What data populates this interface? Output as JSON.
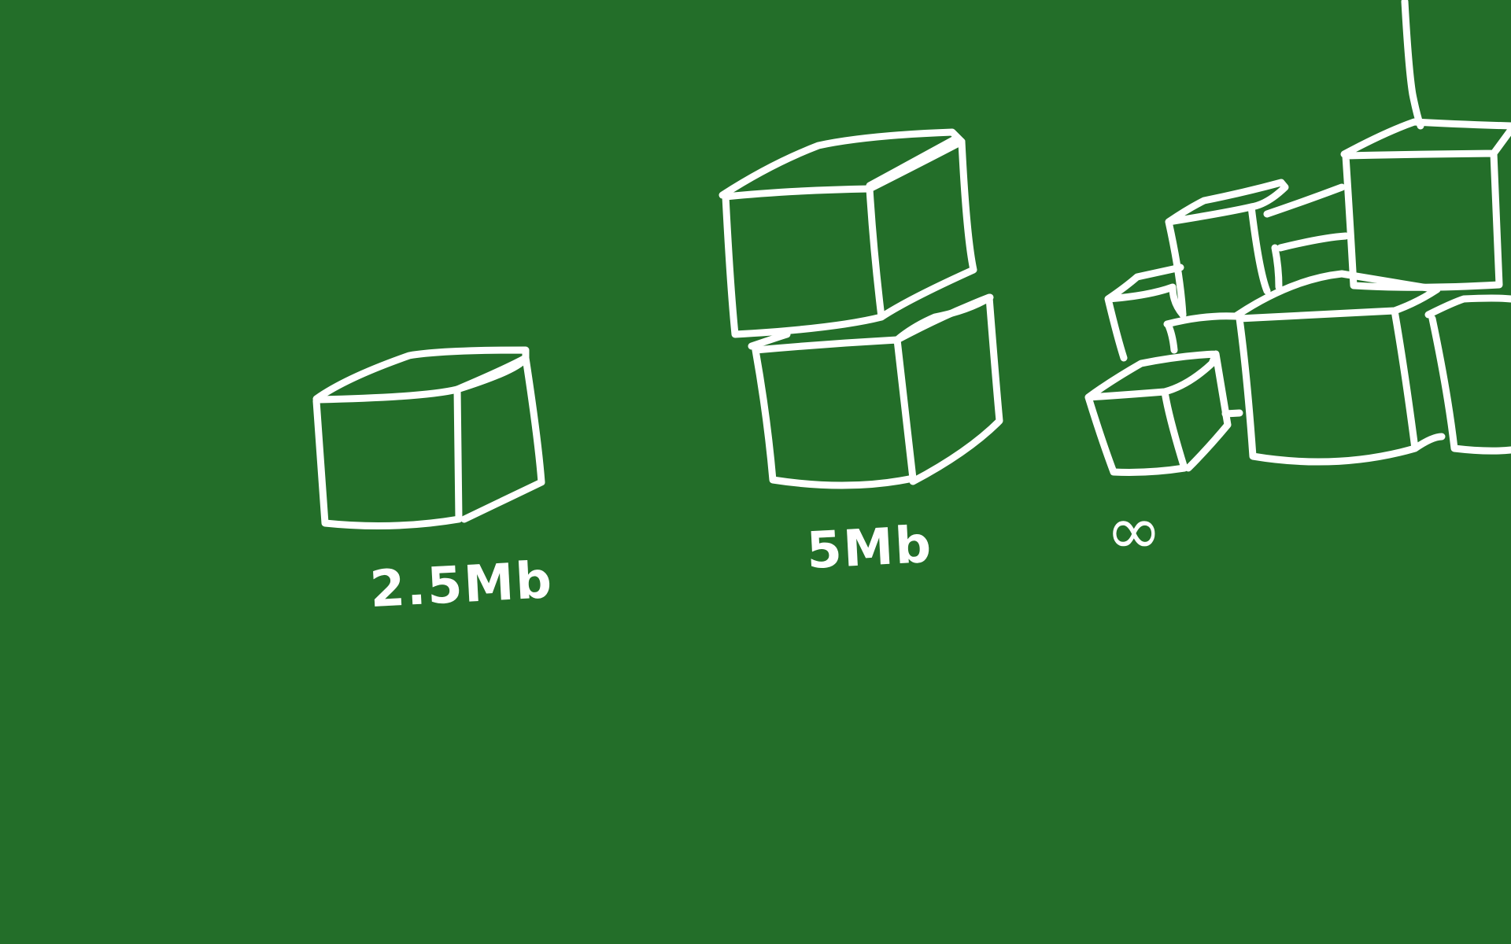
{
  "slide": {
    "background_color": "#236e29",
    "stroke_color": "#ffffff"
  },
  "labels": {
    "small": "2.5Mb",
    "medium": "5Mb",
    "infinite": "∞"
  },
  "groups": [
    {
      "name": "single-box",
      "box_count": 1,
      "label_key": "small"
    },
    {
      "name": "stacked-boxes",
      "box_count": 2,
      "label_key": "medium"
    },
    {
      "name": "box-pile",
      "box_count": 8,
      "label_key": "infinite"
    }
  ]
}
